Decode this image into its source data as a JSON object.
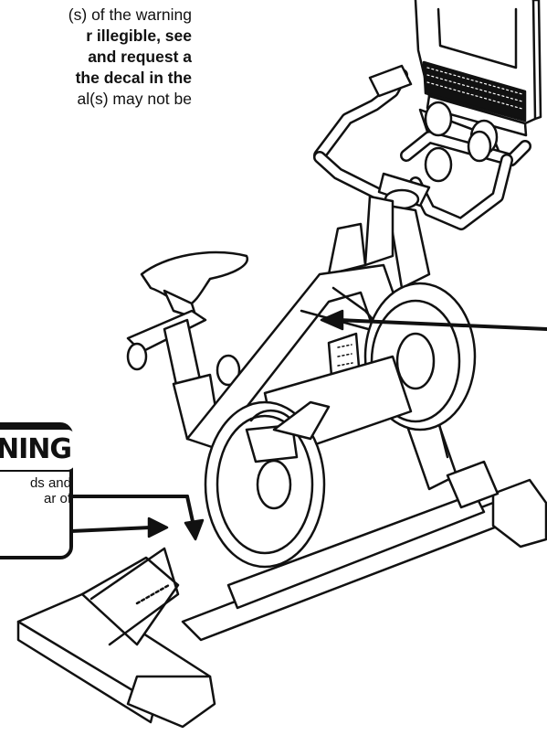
{
  "intro_text": {
    "line1": "(s) of the warning",
    "line2": "r illegible, see",
    "line3": "and request a",
    "line4": "the decal in the",
    "line5": "al(s) may not be"
  },
  "warning_decal": {
    "title": "NING",
    "line1": "ds and",
    "line2": "ar of"
  },
  "colors": {
    "ink": "#111111",
    "paper": "#ffffff"
  }
}
